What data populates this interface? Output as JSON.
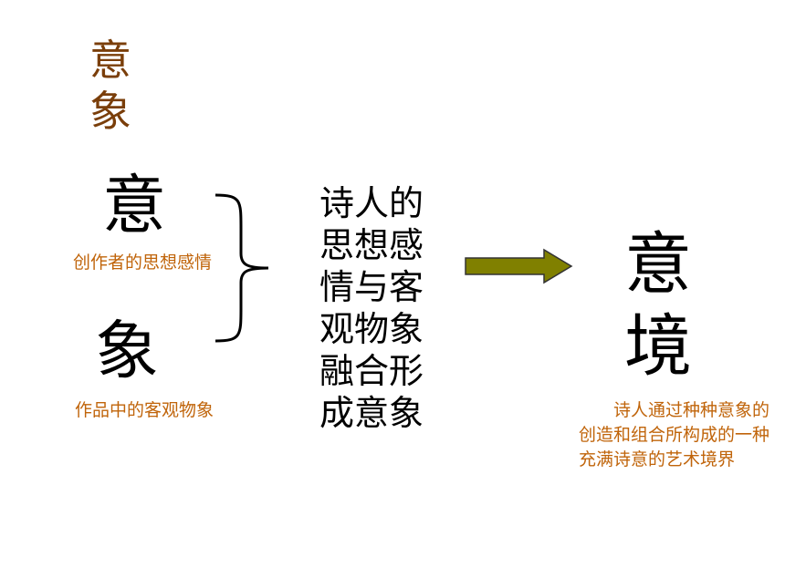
{
  "title": "意象",
  "yi_char": "意",
  "xiang_char": "象",
  "yi_note": "创作者的思想感情",
  "xiang_note": "作品中的客观物象",
  "center_text": "诗人的思想感情与客观物象融合形成意象",
  "result": "意境",
  "result_desc": "诗人通过种种意象的创造和组合所构成的一种充满诗意的艺术境界",
  "colors": {
    "title": "#7a3e0a",
    "note": "#c0640a",
    "arrow_fill": "#808000",
    "text": "#000000"
  },
  "icons": {
    "brace": "right-curly-brace-icon",
    "arrow": "right-arrow-icon"
  }
}
